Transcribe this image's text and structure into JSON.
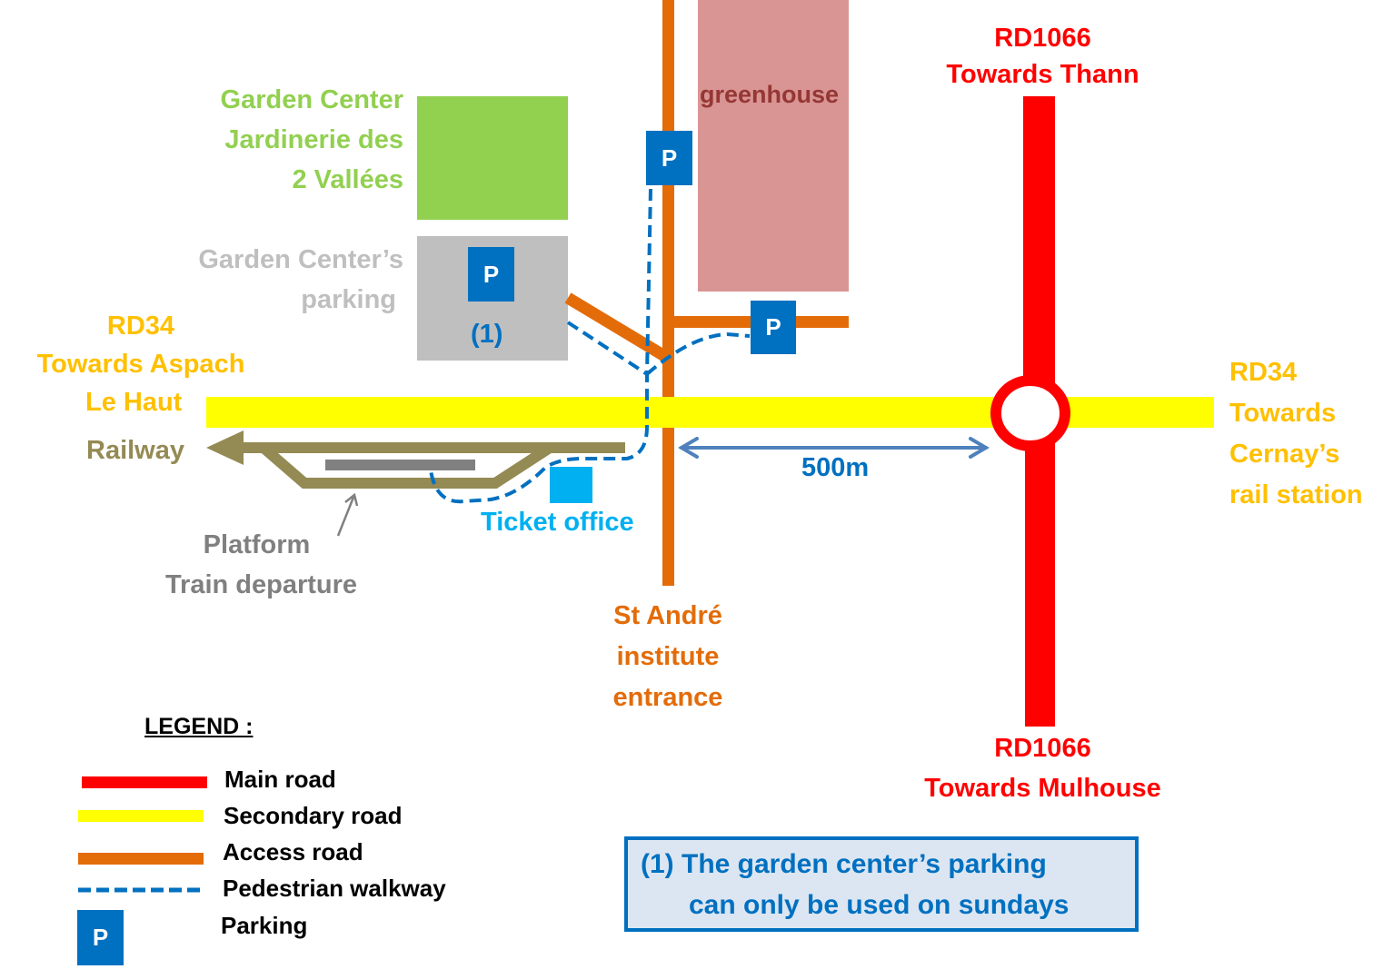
{
  "colors": {
    "main_road": "#ff0000",
    "secondary_road": "#ffff00",
    "access_road": "#e36c09",
    "walkway": "#0070c0",
    "parking": "#0070c0",
    "garden_center": "#92d050",
    "garden_parking": "#bfbfbf",
    "greenhouse": "#d99594",
    "greenhouse_text": "#953735",
    "railway": "#948a54",
    "platform": "#808080",
    "ticket_office": "#00b0f0",
    "rd34_label": "#ffc000",
    "distance": "#4f81bd"
  },
  "labels": {
    "garden_center": [
      "Garden Center",
      "Jardinerie des",
      "2 Vallées"
    ],
    "garden_parking": [
      "Garden Center’s",
      "parking"
    ],
    "garden_parking_note_ref": "(1)",
    "greenhouse": "greenhouse",
    "rd1066_north": [
      "RD1066",
      "Towards Thann"
    ],
    "rd1066_south": [
      "RD1066",
      "Towards Mulhouse"
    ],
    "rd34_west": [
      "RD34",
      "Towards Aspach",
      "Le Haut"
    ],
    "rd34_east": [
      "RD34",
      "Towards",
      "Cernay’s",
      "rail station"
    ],
    "railway": "Railway",
    "platform": [
      "Platform",
      "Train departure"
    ],
    "ticket_office": "Ticket office",
    "st_andre": [
      "St André",
      "institute",
      "entrance"
    ],
    "distance": "500m",
    "parking_symbol": "P"
  },
  "legend": {
    "title": "LEGEND :",
    "items": [
      {
        "label": "Main road",
        "type": "main_road"
      },
      {
        "label": "Secondary road",
        "type": "secondary_road"
      },
      {
        "label": "Access road",
        "type": "access_road"
      },
      {
        "label": "Pedestrian walkway",
        "type": "walkway"
      },
      {
        "label": "Parking",
        "type": "parking"
      }
    ]
  },
  "note": {
    "lines": [
      "(1) The garden center’s parking",
      "can only be used on sundays"
    ]
  }
}
